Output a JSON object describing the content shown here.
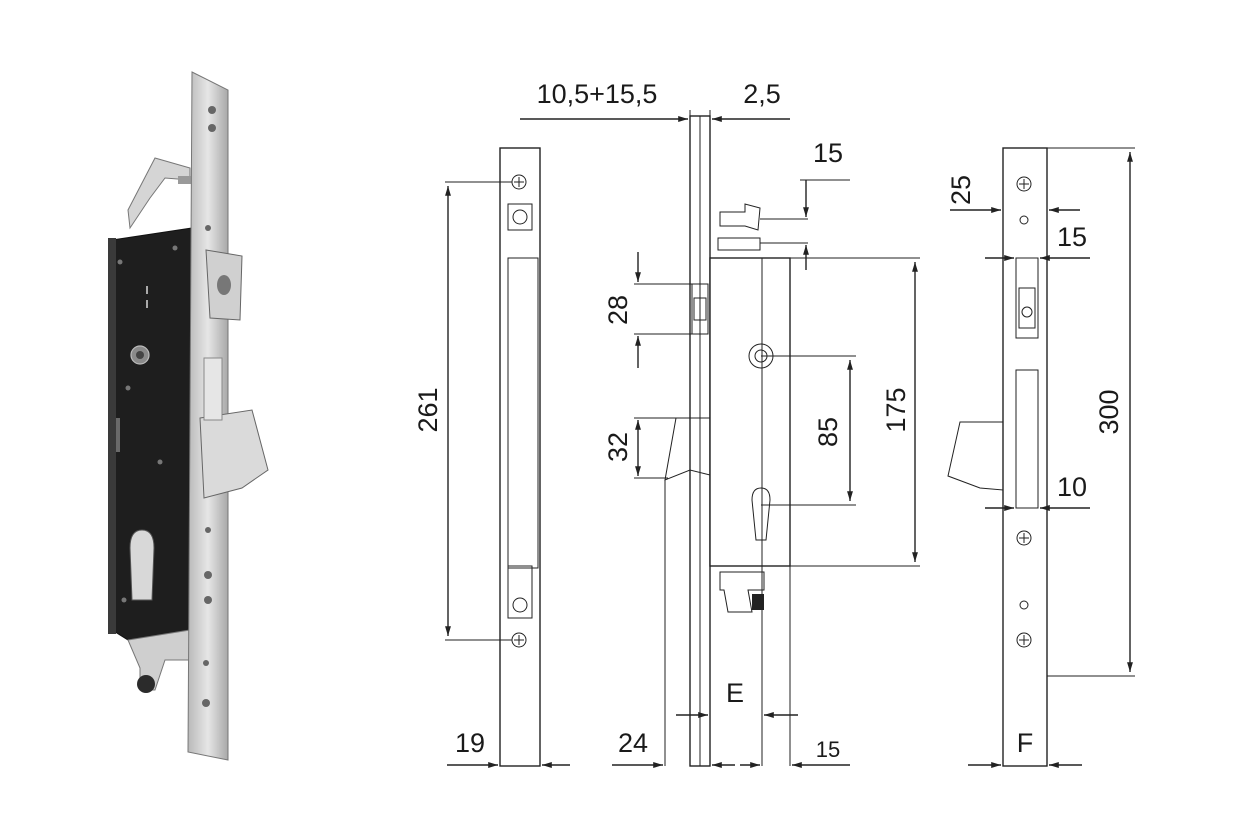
{
  "dimensions": {
    "backset_range": "10,5+15,5",
    "plate_thickness": "2,5",
    "top_offset": "15",
    "latch_height": "28",
    "hook_height": "32",
    "handle_center": "85",
    "case_height": "175",
    "fixing_span": "261",
    "front_plate_width": "19",
    "backset_min": "24",
    "case_width": "15",
    "e_label": "E",
    "right_top": "25",
    "right_hole": "15",
    "faceplate_length": "300",
    "bolt_gap": "10",
    "f_label": "F"
  },
  "colors": {
    "ink": "#222222",
    "lock_body": "#1e1e1e",
    "steel": "#c8c8c8"
  }
}
